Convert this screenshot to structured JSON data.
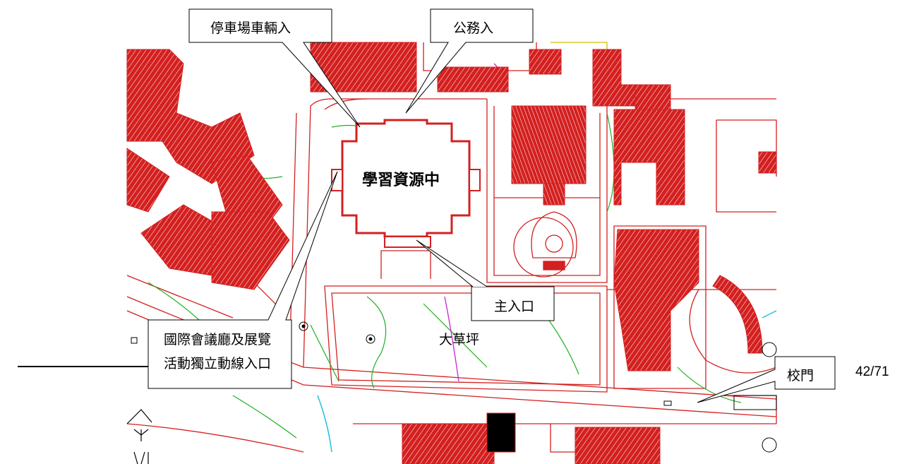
{
  "map": {
    "center_label": "學習資源中",
    "lawn_label": "大草坪",
    "callouts": {
      "parking_entrance": "停車場車輛入",
      "service_entrance": "公務入",
      "main_entrance": "主入口",
      "conference_entrance_line1": "國際會議廳及展覽",
      "conference_entrance_line2": "活動獨立動線入口",
      "school_gate": "校門"
    }
  },
  "slide": {
    "page_number": "42/71"
  },
  "colors": {
    "building_red": "#d42020",
    "road_red": "#d42020",
    "contour_green": "#20b020",
    "path_magenta": "#d020d0",
    "water_cyan": "#20c0e0",
    "callout_fill": "#ffffff",
    "callout_stroke": "#000000"
  }
}
